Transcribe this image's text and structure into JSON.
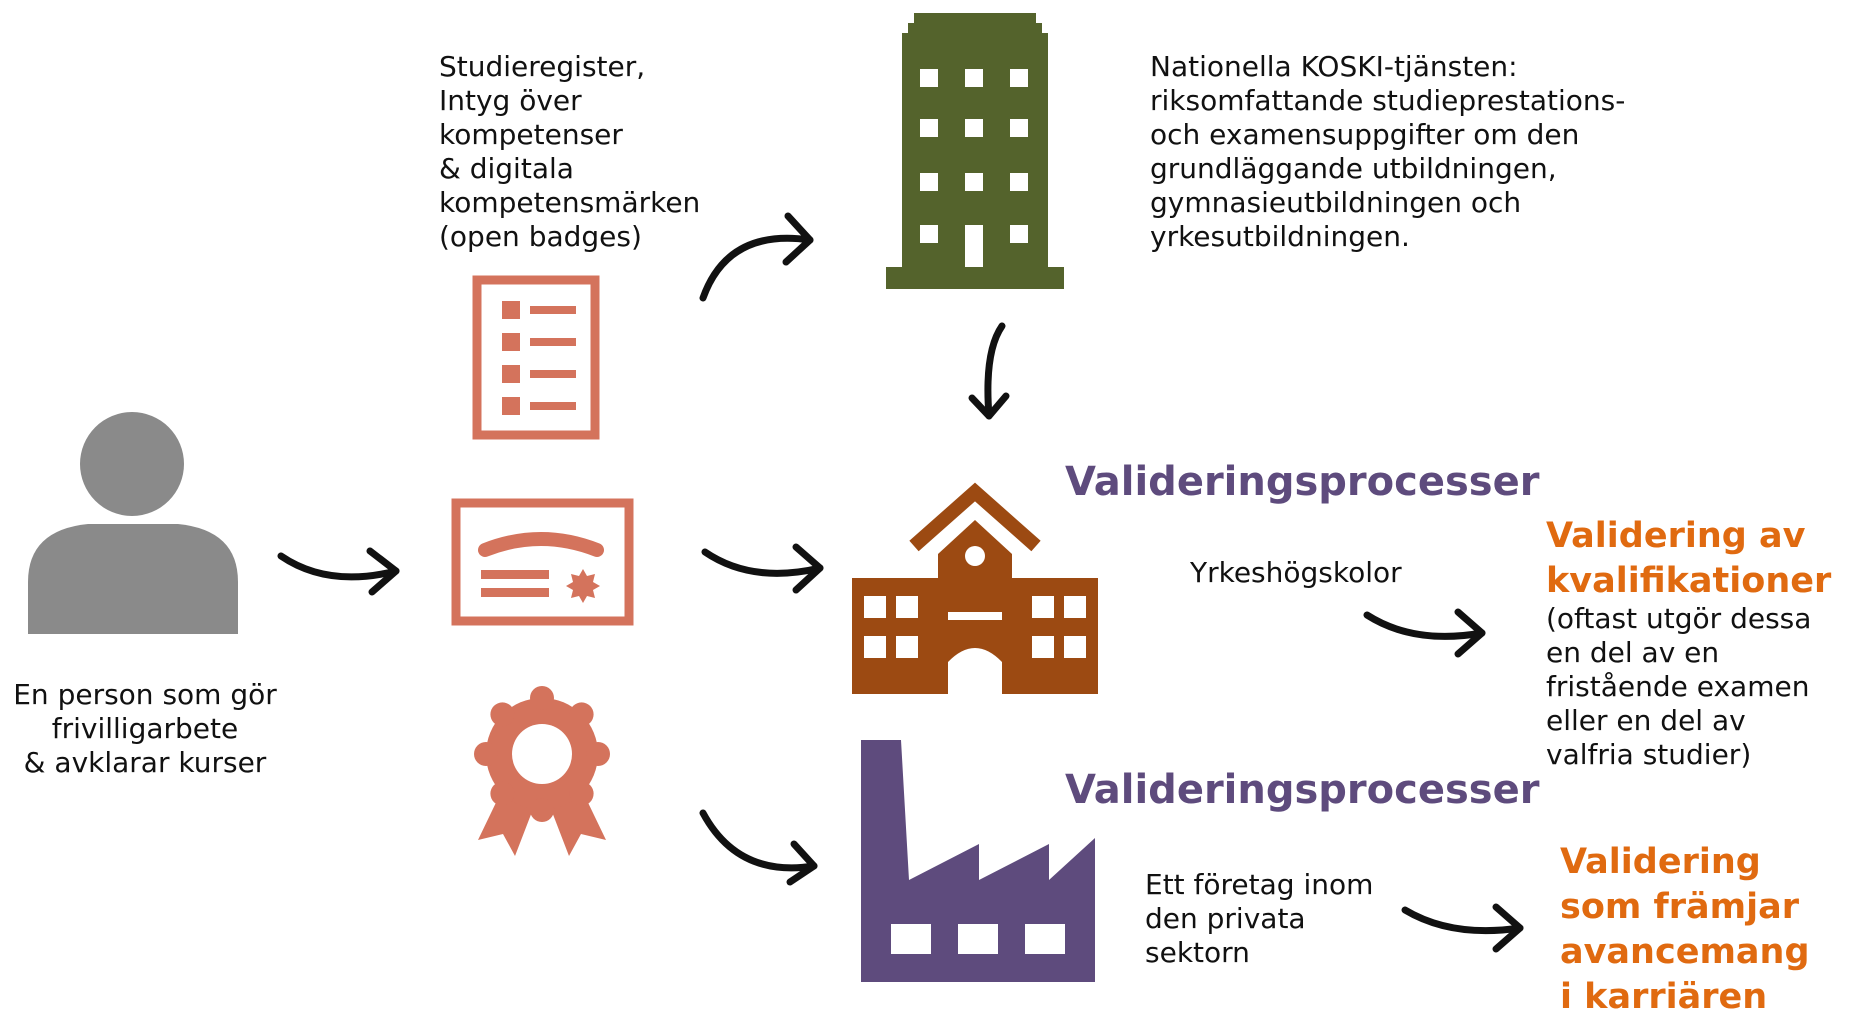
{
  "person": {
    "label": "En person som gör\nfrivilligarbete\n& avklarar kurser"
  },
  "documents": {
    "label": "Studieregister,\nIntyg över\nkompetenser\n& digitala\nkompetensmärken\n(open badges)"
  },
  "koski": {
    "label": "Nationella KOSKI-tjänsten:\nriksomfattande studieprestations-\noch examensuppgifter om den\ngrundläggande utbildningen,\ngymnasieutbildningen och\nyrkesutbildningen."
  },
  "school_branch": {
    "title": "Valideringsprocesser",
    "institution": "Yrkeshögskolor",
    "result_title": "Validering av\nkvalifikationer",
    "result_note": "(oftast utgör dessa\nen del av en\nfristående examen\neller en del av\nvalfria studier)"
  },
  "company_branch": {
    "title": "Valideringsprocesser",
    "institution": "Ett företag inom\nden privata\nsektorn",
    "result_title": "Validering\nsom främjar\navancemang\ni karriären"
  },
  "colors": {
    "person_gray": "#8a8a8a",
    "document_salmon": "#d4735c",
    "building_green": "#54632c",
    "school_brown": "#9c4a12",
    "factory_purple": "#5e4b7d",
    "title_purple": "#5e4b7d",
    "result_orange": "#e06a10",
    "arrow_black": "#111111"
  }
}
